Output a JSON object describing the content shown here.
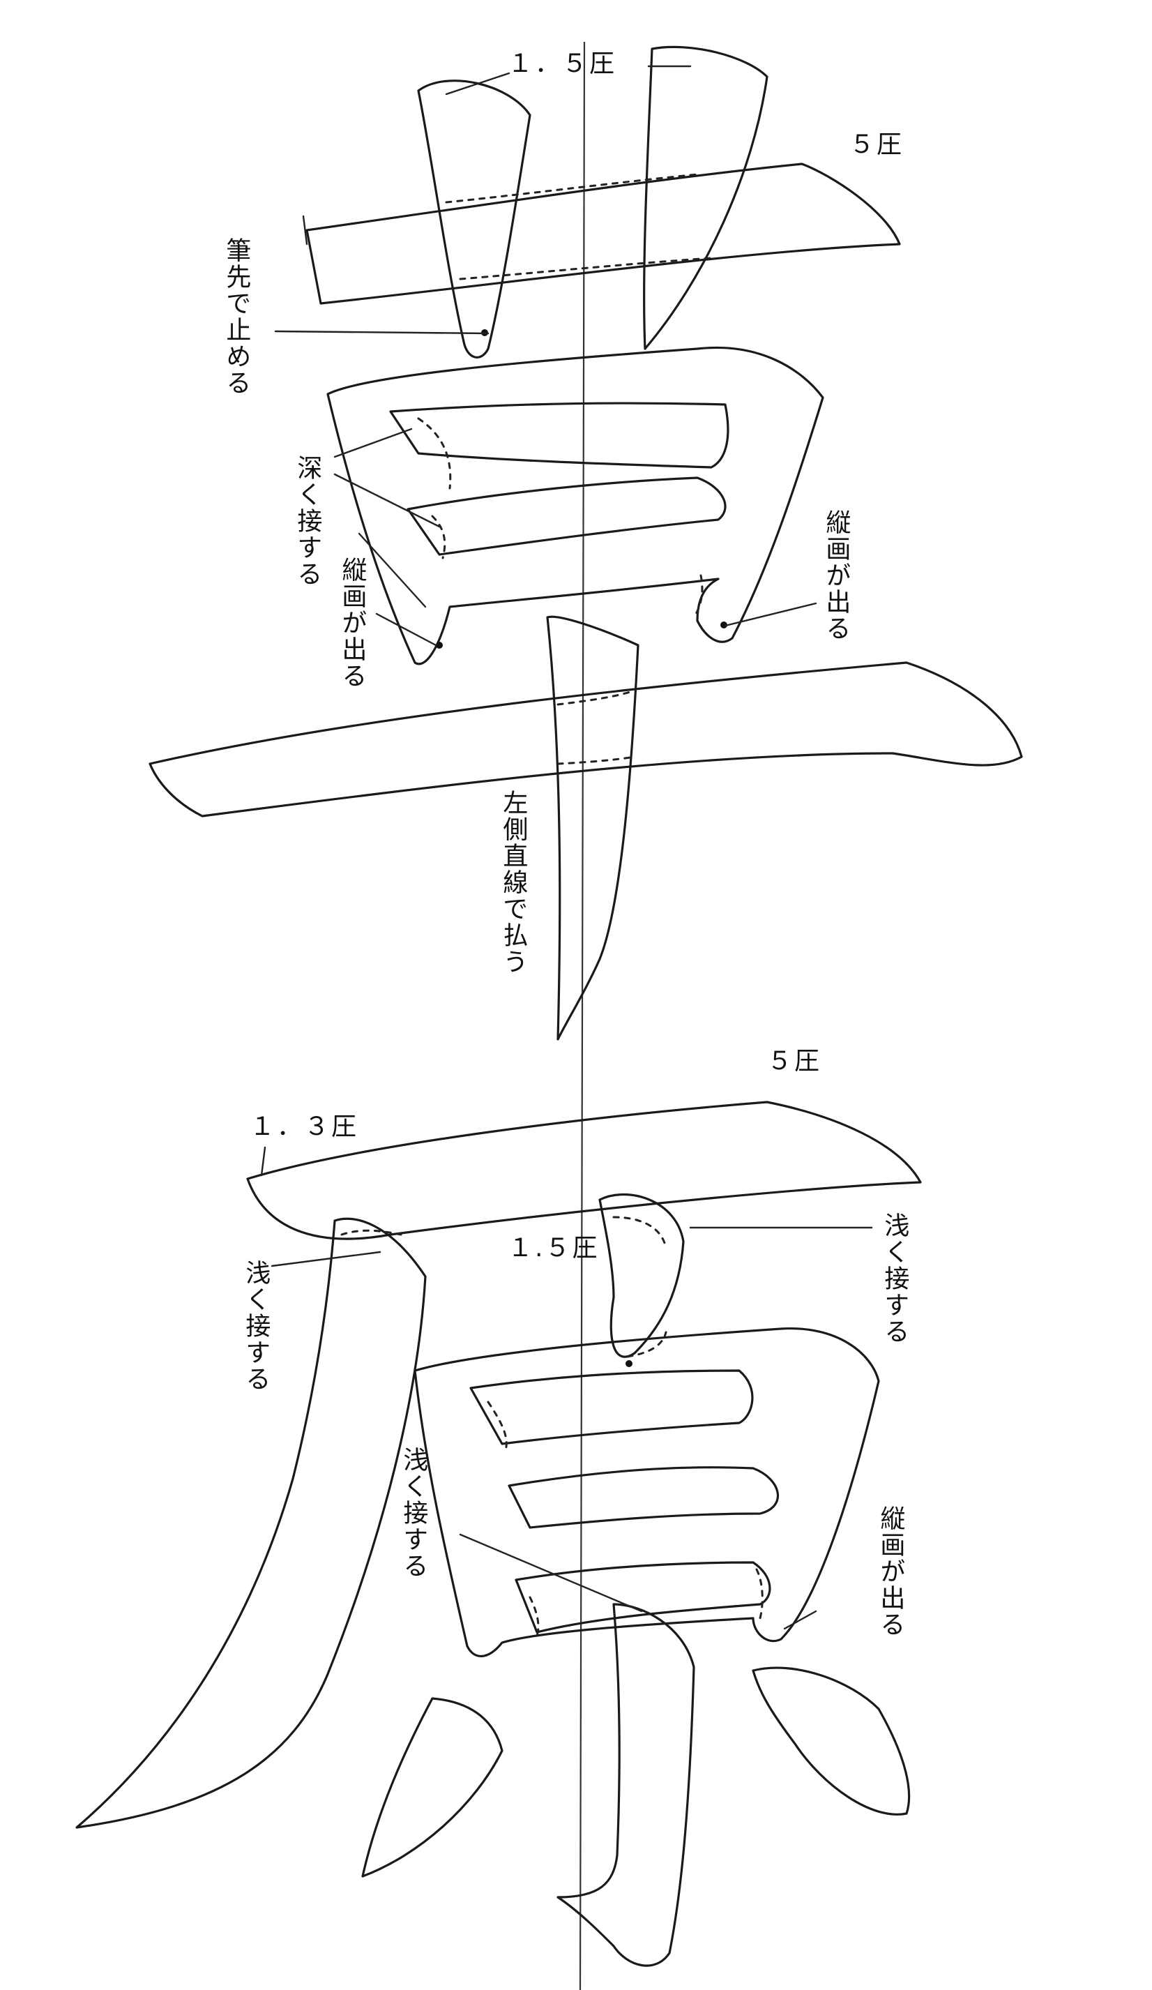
{
  "labels": {
    "pressure_top_left": "１．５圧",
    "pressure_top_right": "５圧",
    "brush_tip_stop": "筆先で止める",
    "deep_join": "深く接する",
    "vertical_out_left": "縦画が出る",
    "vertical_out_right": "縦画が出る",
    "left_side_straight": "左側直線で払う",
    "pressure_mid_right": "５圧",
    "pressure_mid_left": "１．３圧",
    "pressure_mid_center": "１.５圧",
    "shallow_join_right": "浅く接する",
    "shallow_join_left": "浅く接する",
    "shallow_join_center": "浅く接する",
    "vertical_out_bottom": "縦画が出る"
  },
  "colors": {
    "ink": "#1a1a1a",
    "paper": "#ffffff"
  }
}
